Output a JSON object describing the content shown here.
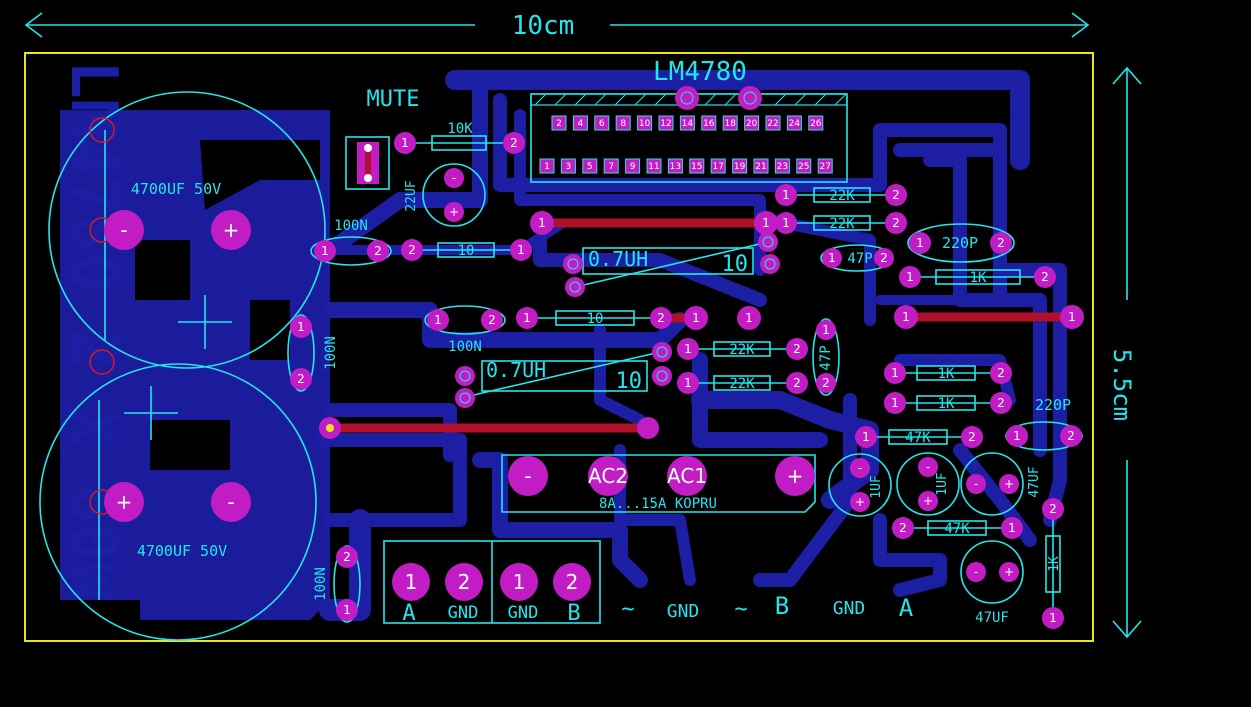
{
  "dimensions": {
    "width_label": "10cm",
    "height_label": "5.5cm"
  },
  "board_title": "LM4780 2 X 60W",
  "ic": {
    "label": "LM4780",
    "top_pins": [
      "2",
      "4",
      "6",
      "8",
      "10",
      "12",
      "14",
      "16",
      "18",
      "20",
      "22",
      "24",
      "26"
    ],
    "bottom_pins": [
      "1",
      "3",
      "5",
      "7",
      "9",
      "11",
      "13",
      "15",
      "17",
      "19",
      "21",
      "23",
      "25",
      "27"
    ]
  },
  "mute_label": "MUTE",
  "capacitors": {
    "big_top": "4700UF 50V",
    "big_bottom": "4700UF 50V",
    "c22uf": "22UF",
    "c100n_left": "100N",
    "c100n_mid": "100N",
    "c100n_vert1": "100N",
    "c100n_vert2": "100N",
    "c220p_top": "220P",
    "c220p_bottom": "220P",
    "c47p_top": "47P",
    "c47p_bottom": "47P",
    "c1uf_1": "1UF",
    "c1uf_2": "1UF",
    "c47uf_1": "47UF",
    "c47uf_2": "47UF"
  },
  "resistors": {
    "r10k": "10K",
    "r10_top": "10",
    "r10_mid": "10",
    "r22k_1": "22K",
    "r22k_2": "22K",
    "r22k_3": "22K",
    "r22k_4": "22K",
    "r1k_1": "1K",
    "r1k_2": "1K",
    "r1k_3": "1K",
    "r1k_vert": "1K",
    "r47k_1": "47K",
    "r47k_2": "47K"
  },
  "inductors": {
    "l_top": "0.7UH",
    "l_top_r": "10",
    "l_bottom": "0.7UH",
    "l_bottom_r": "10"
  },
  "bridge": {
    "ac2": "AC2",
    "ac1": "AC1",
    "spec": "8A...15A KOPRU",
    "plus": "+",
    "minus": "-"
  },
  "pin_labels": {
    "one": "1",
    "two": "2",
    "plus": "+",
    "minus": "-"
  },
  "connectors": {
    "left": [
      "A",
      "GND"
    ],
    "right": [
      "GND",
      "B"
    ]
  },
  "bottom_labels": {
    "tilde1": "~",
    "gnd1": "GND",
    "tilde2": "~",
    "b": "B",
    "gnd2": "GND",
    "a": "A"
  },
  "colors": {
    "background": "#000000",
    "board_outline": "#e8e61a",
    "copper": "#1c1ea4",
    "silkscreen": "#22e6ee",
    "pad": "#c21cc4",
    "jumper": "#b0102a"
  }
}
